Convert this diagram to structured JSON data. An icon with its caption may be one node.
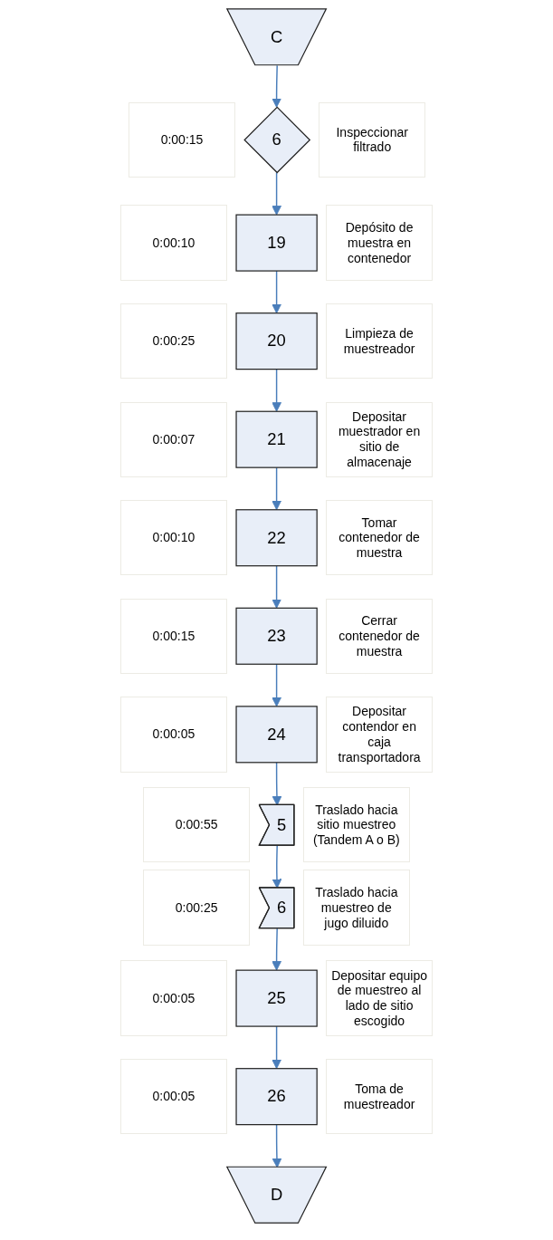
{
  "diagram": {
    "nodes": [
      {
        "text": [
          "C"
        ]
      },
      {
        "text": [
          "6"
        ],
        "beside": [
          "0:00:15",
          "Inspeccionar filtrado"
        ]
      },
      {
        "text": [
          "19"
        ],
        "beside": [
          "0:00:10",
          "Depósito de muestra en contenedor"
        ]
      },
      {
        "text": [
          "20"
        ],
        "beside": [
          "0:00:25",
          "Limpieza de muestreador"
        ]
      },
      {
        "text": [
          "21"
        ],
        "beside": [
          "0:00:07",
          "Depositar muestrador en sitio de almacenaje"
        ]
      },
      {
        "text": [
          "22"
        ],
        "beside": [
          "0:00:10",
          "Tomar contenedor de muestra"
        ]
      },
      {
        "text": [
          "23"
        ],
        "beside": [
          "0:00:15",
          "Cerrar contenedor de muestra"
        ]
      },
      {
        "text": [
          "24"
        ],
        "beside": [
          "0:00:05",
          "Depositar contendor en caja transportadora"
        ]
      },
      {
        "text": [
          "5"
        ],
        "beside": [
          "0:00:55",
          "Traslado hacia sitio muestreo (Tandem A o B)"
        ]
      },
      {
        "text": [
          "6"
        ],
        "beside": [
          "0:00:25",
          "Traslado hacia muestreo de jugo diluido"
        ]
      },
      {
        "text": [
          "25"
        ],
        "beside": [
          "0:00:05",
          "Depositar equipo de muestreo al lado de sitio escogido"
        ]
      },
      {
        "text": [
          "26"
        ],
        "beside": [
          "0:00:05",
          "Toma de muestreador"
        ]
      },
      {
        "text": [
          "D"
        ]
      }
    ],
    "edges": [
      {
        "from": 0,
        "to": 1,
        "arrow": "to"
      },
      {
        "from": 1,
        "to": 2,
        "arrow": "to"
      },
      {
        "from": 2,
        "to": 3,
        "arrow": "to"
      },
      {
        "from": 3,
        "to": 4,
        "arrow": "to"
      },
      {
        "from": 4,
        "to": 5,
        "arrow": "to"
      },
      {
        "from": 5,
        "to": 6,
        "arrow": "to"
      },
      {
        "from": 6,
        "to": 7,
        "arrow": "to"
      },
      {
        "from": 7,
        "to": 8,
        "arrow": "to"
      },
      {
        "from": 8,
        "to": 9,
        "arrow": "to"
      },
      {
        "from": 9,
        "to": 10,
        "arrow": "to"
      },
      {
        "from": 10,
        "to": 11,
        "arrow": "to"
      },
      {
        "from": 11,
        "to": 12,
        "arrow": "to"
      }
    ]
  }
}
